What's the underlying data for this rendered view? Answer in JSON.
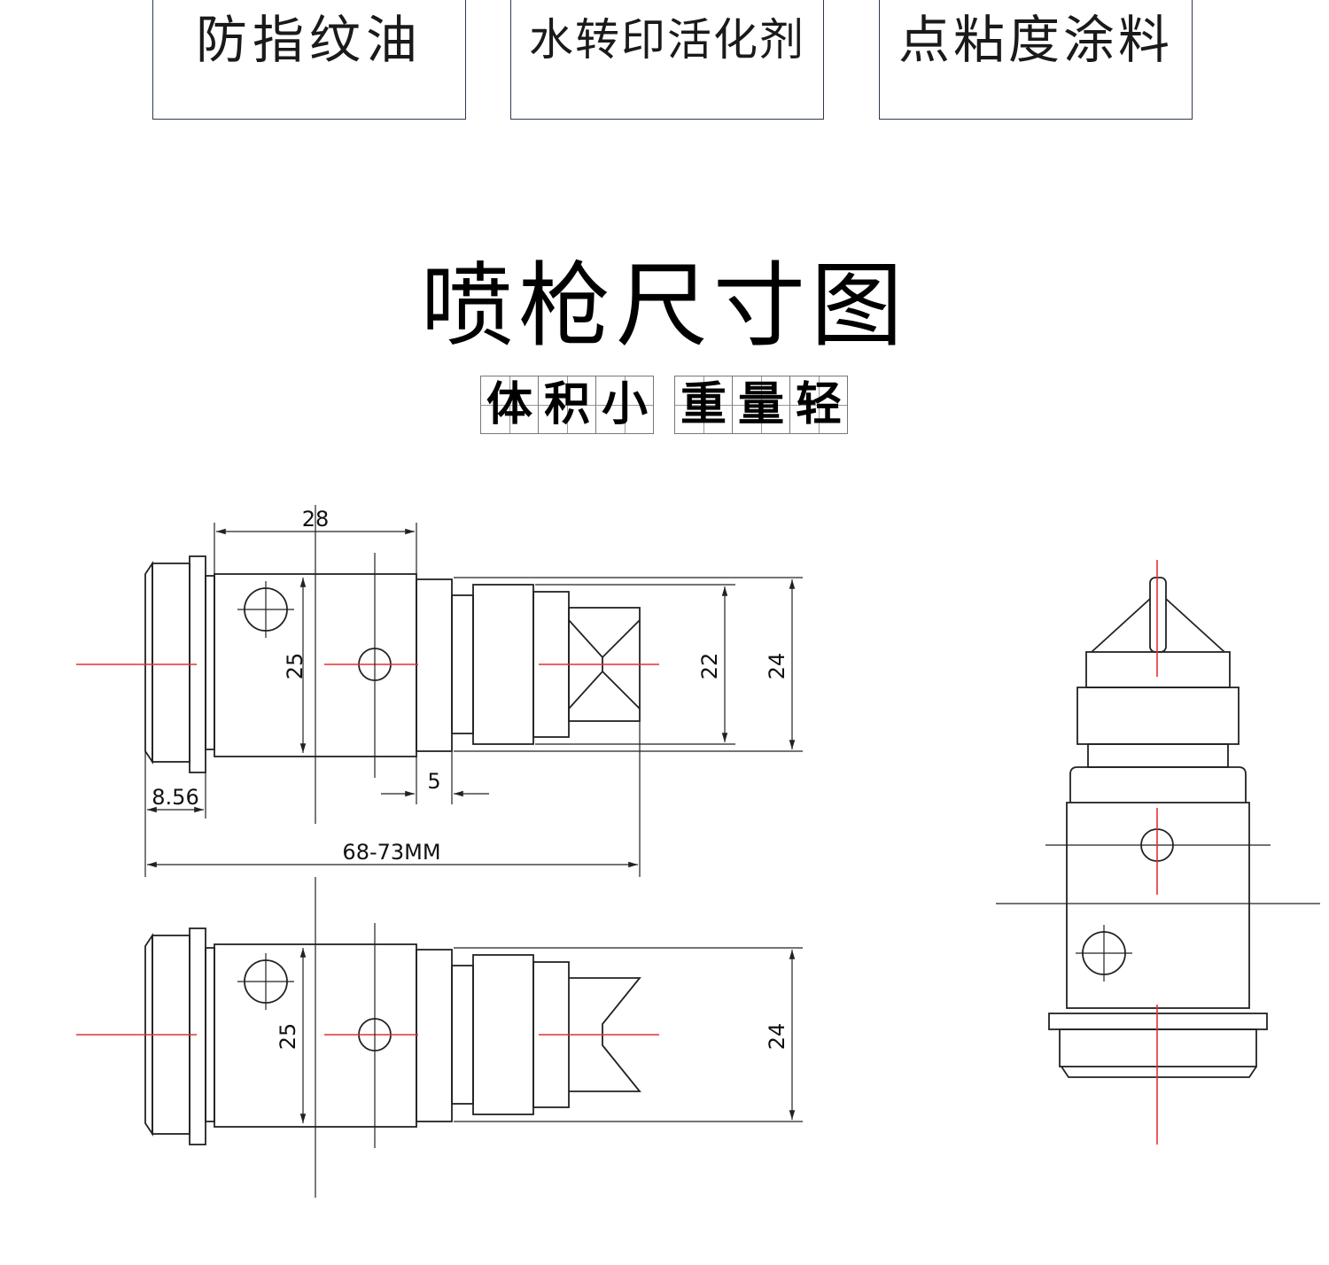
{
  "tags": [
    "防指纹油",
    "水转印活化剂",
    "点粘度涂料"
  ],
  "title": "喷枪尺寸图",
  "subtitle": {
    "group1": [
      "体",
      "积",
      "小"
    ],
    "group2": [
      "重",
      "量",
      "轻"
    ]
  },
  "dimensions": {
    "d28": "28",
    "d25": "25",
    "d22": "22",
    "d24": "24",
    "d5": "5",
    "d856": "8.56",
    "d6873": "68-73MM",
    "d25b": "25",
    "d24b": "24"
  }
}
